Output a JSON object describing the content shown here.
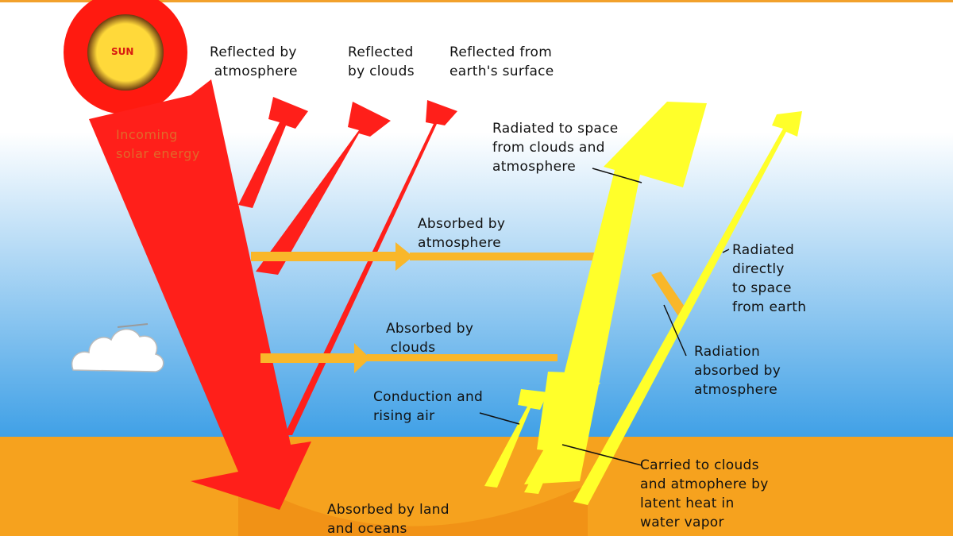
{
  "colors": {
    "sky_top": "#ffffff",
    "sky_bottom": "#3d9fe6",
    "ground": "#f6a21e",
    "ground_dark": "#f19216",
    "solar_red": "#ff1f1a",
    "absorbed_orange": "#f9b72a",
    "infrared_yellow": "#ffff2a",
    "sun_outer": "#ff1a10",
    "sun_core": "#ffd93a",
    "cloud": "#ffffff",
    "border_top": "#f2a12c"
  },
  "labels": {
    "sun": "SUN",
    "incoming_solar": "Incoming\nsolar energy",
    "reflected_atmosphere": "Reflected by\n atmosphere",
    "reflected_clouds": "Reflected\nby clouds",
    "reflected_surface": "Reflected from\nearth's surface",
    "absorbed_atmosphere": "Absorbed by\natmosphere",
    "absorbed_clouds": "Absorbed by\n clouds",
    "absorbed_land": "Absorbed by land\nand oceans",
    "radiated_space": "Radiated to space\nfrom clouds and\natmosphere",
    "radiated_directly": "Radiated\ndirectly\nto space\nfrom earth",
    "radiation_absorbed": "Radiation\nabsorbed by\natmosphere",
    "conduction": "Conduction and\nrising air",
    "carried_clouds": "Carried to clouds\nand atmophere by\nlatent heat in\nwater vapor"
  }
}
